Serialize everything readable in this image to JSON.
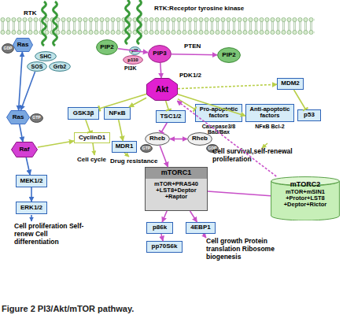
{
  "diagram": {
    "caption": "Figure 2 PI3/Akt/mTOR pathway.",
    "nodes": [
      {
        "text": [
          "Ras"
        ]
      },
      {
        "text": [
          "GDP"
        ]
      },
      {
        "text": [
          "SHC"
        ]
      },
      {
        "text": [
          "SOS"
        ]
      },
      {
        "text": [
          "Grb2"
        ]
      },
      {
        "text": [
          "PIP2"
        ]
      },
      {
        "text": [
          "p85"
        ]
      },
      {
        "text": [
          "p110"
        ]
      },
      {
        "text": [
          "PIP3"
        ]
      },
      {
        "text": [
          "PIP2"
        ]
      },
      {
        "text": [
          "Akt"
        ]
      },
      {
        "text": [
          "Ras"
        ]
      },
      {
        "text": [
          "GTP"
        ]
      },
      {
        "text": [
          "GSK3β"
        ]
      },
      {
        "text": [
          "NFκB"
        ]
      },
      {
        "text": [
          "TSC1/2"
        ]
      },
      {
        "text": [
          "Pro-apoptotic factors",
          "Casepase3/8 Bad/Bax"
        ]
      },
      {
        "text": [
          "Anti-apoptotic factors",
          "NFκB Bcl-2"
        ]
      },
      {
        "text": [
          "MDM2"
        ]
      },
      {
        "text": [
          "p53"
        ]
      },
      {
        "text": [
          "CyclinD1"
        ]
      },
      {
        "text": [
          "MDR1"
        ]
      },
      {
        "text": [
          "Raf"
        ]
      },
      {
        "text": [
          "Rheb"
        ]
      },
      {
        "text": [
          "GTP"
        ]
      },
      {
        "text": [
          "Rheb"
        ]
      },
      {
        "text": [
          "GDP"
        ]
      },
      {
        "text": [
          "mTORC1",
          "mTOR+PRAS40 +LST8+Deptor +Raptor"
        ]
      },
      {
        "text": [
          "mTORC2",
          "mTOR+mSIN1 +Protor+LST8 +Deptor+Rictor"
        ]
      },
      {
        "text": [
          "MEK1/2"
        ]
      },
      {
        "text": [
          "ERK1/2"
        ]
      },
      {
        "text": [
          "p86k"
        ]
      },
      {
        "text": [
          "4EBP1"
        ]
      },
      {
        "text": [
          "pp70S6k"
        ]
      }
    ],
    "edges": [
      {
        "from": 0,
        "to": 11,
        "arrow": "both"
      },
      {
        "from": 3,
        "to": 11,
        "arrow": "to"
      },
      {
        "from": 11,
        "to": 22,
        "arrow": "to"
      },
      {
        "from": 22,
        "to": 29,
        "arrow": "to"
      },
      {
        "from": 29,
        "to": 30,
        "arrow": "to"
      },
      {
        "from": 5,
        "to": 8,
        "arrow": "to"
      },
      {
        "from": 8,
        "to": 9,
        "arrow": "to"
      },
      {
        "from": 8,
        "to": 10,
        "arrow": "to"
      },
      {
        "from": 10,
        "to": 13,
        "arrow": "to"
      },
      {
        "from": 10,
        "to": 14,
        "arrow": "to"
      },
      {
        "from": 10,
        "to": 15,
        "arrow": "to"
      },
      {
        "from": 10,
        "to": 16,
        "arrow": "to"
      },
      {
        "from": 10,
        "to": 17,
        "arrow": "to"
      },
      {
        "from": 10,
        "to": 18,
        "arrow": "to"
      },
      {
        "from": 13,
        "to": 20,
        "arrow": "to"
      },
      {
        "from": 14,
        "to": 21,
        "arrow": "to"
      },
      {
        "from": 18,
        "to": 19,
        "arrow": "to"
      },
      {
        "from": 15,
        "to": 23,
        "arrow": "to"
      },
      {
        "from": 23,
        "to": 25,
        "arrow": "both"
      },
      {
        "from": 23,
        "to": 27,
        "arrow": "to"
      },
      {
        "from": 27,
        "to": 31,
        "arrow": "to"
      },
      {
        "from": 27,
        "to": 32,
        "arrow": "to"
      },
      {
        "from": 31,
        "to": 33,
        "arrow": "to"
      },
      {
        "from": 28,
        "to": 10,
        "arrow": "to"
      },
      {
        "from": 22,
        "to": 20,
        "arrow": "to"
      },
      {
        "from": 27,
        "to": 28,
        "arrow": "none"
      }
    ],
    "labels": [
      "RTK",
      "RTK:Receptor tyrosine kinase",
      "PI3K",
      "PTEN",
      "PDK1/2",
      "Cell proliferation Self-renew Cell differentiation",
      "Cell cycle",
      "Drug resistance",
      "Cell survival,self-renewal proliferation",
      "Cell growth Protein translation Ribosome biogenesis"
    ]
  }
}
